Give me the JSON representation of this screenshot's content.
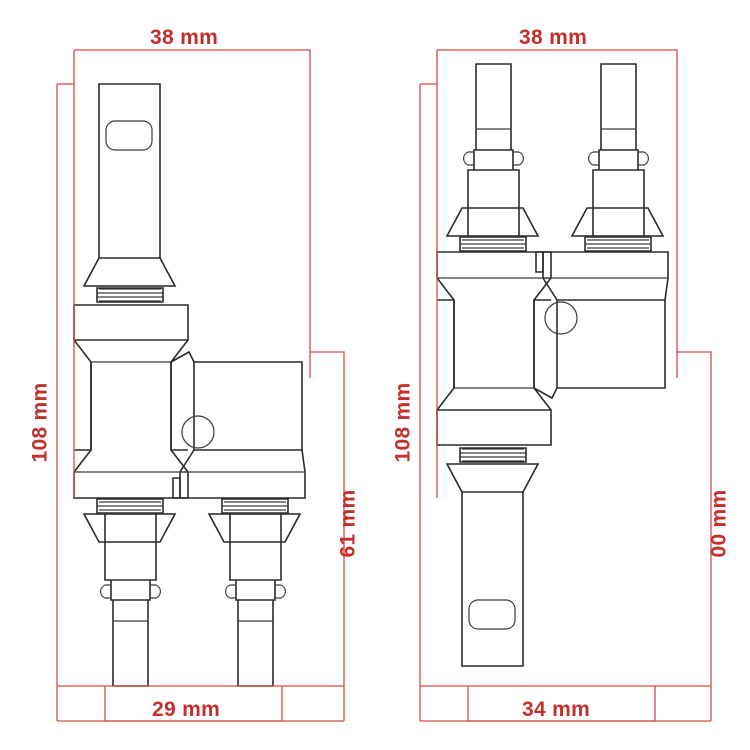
{
  "document": {
    "type": "technical-drawing",
    "subject": "Y-shaped dual-outlet valve / manifold fitting",
    "views": [
      "front view (upright)",
      "front view (inverted)"
    ],
    "units": "mm",
    "line_color_part": "#2b2b2b",
    "line_color_dimension": "#d94a44",
    "text_color_dimension": "#c32f2a",
    "background": "#ffffff"
  },
  "views": {
    "left": {
      "name": "left-view",
      "dimensions": {
        "width_top": "38 mm",
        "height_overall": "108 mm",
        "height_right_branch": "61 mm",
        "width_bottom": "29 mm"
      }
    },
    "right": {
      "name": "right-view",
      "dimensions": {
        "width_top": "38 mm",
        "height_overall": "108 mm",
        "height_right_branch": "00 mm",
        "width_bottom": "34 mm"
      }
    }
  },
  "labels": [
    {
      "id": "l-top",
      "text": "38 mm",
      "orientation": "horizontal"
    },
    {
      "id": "l-left",
      "text": "108 mm",
      "orientation": "vertical"
    },
    {
      "id": "l-right",
      "text": "61 mm",
      "orientation": "vertical"
    },
    {
      "id": "l-bottom",
      "text": "29 mm",
      "orientation": "horizontal"
    },
    {
      "id": "r-top",
      "text": "38 mm",
      "orientation": "horizontal"
    },
    {
      "id": "r-left",
      "text": "108 mm",
      "orientation": "vertical"
    },
    {
      "id": "r-right",
      "text": "00 mm",
      "orientation": "vertical"
    },
    {
      "id": "r-bottom",
      "text": "34 mm",
      "orientation": "horizontal"
    }
  ]
}
